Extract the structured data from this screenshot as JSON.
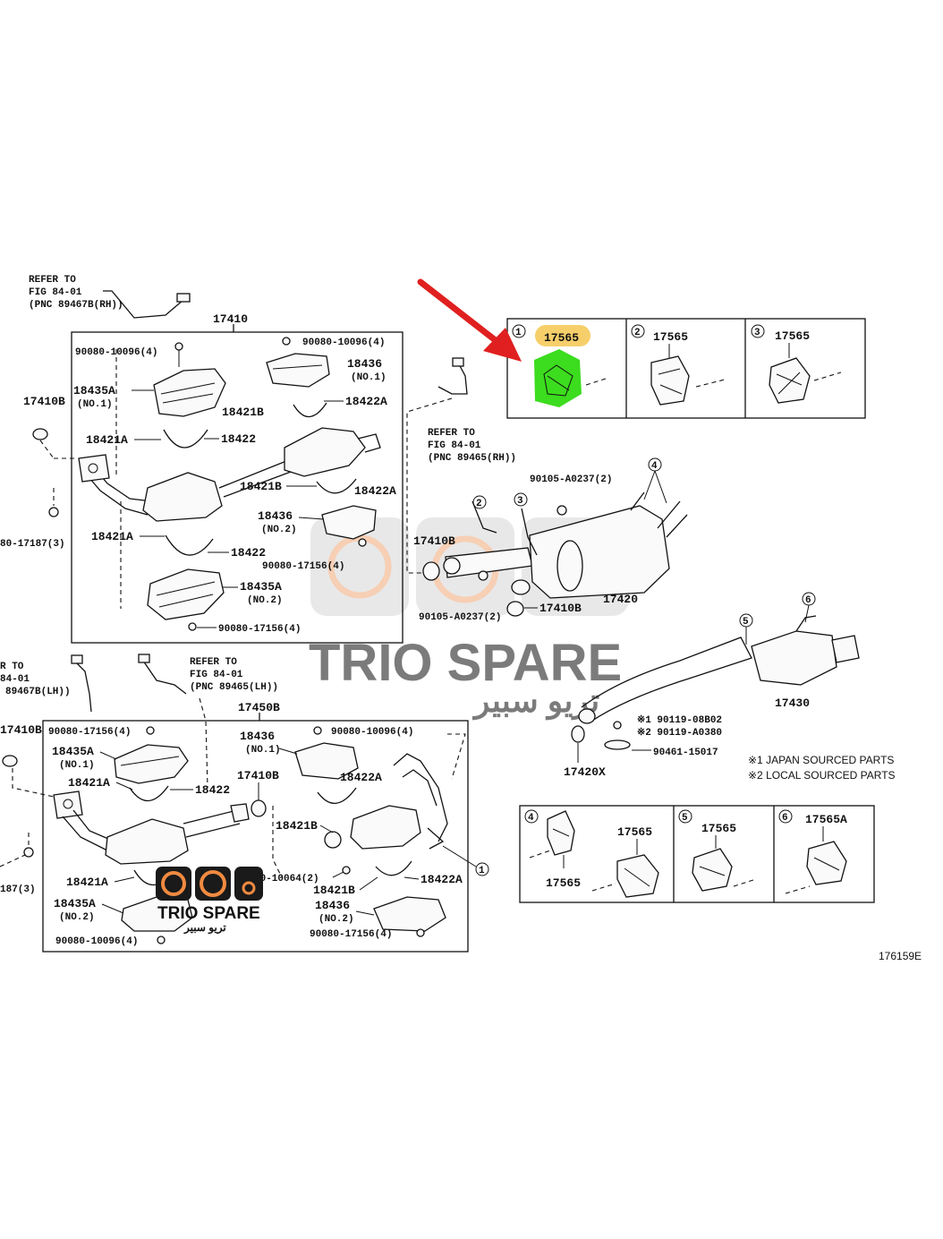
{
  "diagram": {
    "figure_number": "176159E",
    "refs": {
      "refer_to_rh_1": "REFER TO",
      "refer_to_rh_2": "FIG 84-01",
      "refer_to_rh_3": "(PNC 89467B(RH))",
      "refer_to_rh2_1": "REFER TO",
      "refer_to_rh2_2": "FIG 84-01",
      "refer_to_rh2_3": "(PNC 89465(RH))",
      "refer_to_lh_1": "R TO",
      "refer_to_lh_2": "84-01",
      "refer_to_lh_3": "89467B(LH))",
      "refer_to_lh2_1": "REFER TO",
      "refer_to_lh2_2": "FIG 84-01",
      "refer_to_lh2_3": "(PNC 89465(LH))"
    },
    "upper_box": {
      "title": "17410",
      "labels": {
        "bolt_tl": "90080-10096(4)",
        "bolt_tr": "90080-10096(4)",
        "p18436_no1": "18436",
        "p18436_no1_sub": "(NO.1)",
        "p18435a_no1": "18435A",
        "p18435a_no1_sub": "(NO.1)",
        "p18421b_a": "18421B",
        "p18422a_a": "18422A",
        "p18421a_a": "18421A",
        "p18422_a": "18422",
        "p18421b_b": "18421B",
        "p18422a_b": "18422A",
        "p18436_no2": "18436",
        "p18436_no2_sub": "(NO.2)",
        "bolt_mid": "90080-17156(4)",
        "p18421a_b": "18421A",
        "p18422_b": "18422",
        "p18435a_no2": "18435A",
        "p18435a_no2_sub": "(NO.2)",
        "bolt_bottom": "90080-17156(4)"
      }
    },
    "outside_upper": {
      "p17410b_left": "17410B",
      "bolt_left": "80-17187(3)"
    },
    "center": {
      "bolt_90105_top": "90105-A0237(2)",
      "p17410b_a": "17410B",
      "p17420": "17420",
      "bolt_90105_bottom": "90105-A0237(2)",
      "p17410b_b": "17410B",
      "p17430": "17430",
      "bolt_90119_1": "※1 90119-08B02",
      "bolt_90119_2": "※2 90119-A0380",
      "clamp_90461": "90461-15017",
      "p17420x": "17420X",
      "note_1": "※1 JAPAN SOURCED PARTS",
      "note_2": "※2 LOCAL SOURCED PARTS"
    },
    "callouts": [
      "1",
      "2",
      "3",
      "4",
      "5",
      "6"
    ],
    "hanger_box_top": {
      "cell1_label": "17565",
      "cell2_label": "17565",
      "cell3_label": "17565"
    },
    "hanger_box_bottom": {
      "cell4_label_a": "17565",
      "cell4_label_b": "17565",
      "cell5_label": "17565",
      "cell6_label": "17565A"
    },
    "lower_box": {
      "title": "17450B",
      "labels": {
        "p17410b_left": "17410B",
        "bolt_tl": "90080-17156(4)",
        "p18435a_no1": "18435A",
        "p18435a_no1_sub": "(NO.1)",
        "p18421a_a": "18421A",
        "p18422": "18422",
        "p18436_no1": "18436",
        "p18436_no1_sub": "(NO.1)",
        "bolt_tr": "90080-10096(4)",
        "p17410b_mid": "17410B",
        "p18422a_a": "18422A",
        "p18421b_a": "18421B",
        "bolt_mid": "80-10064(2)",
        "p18421b_b": "18421B",
        "p18422a_b": "18422A",
        "p18436_no2": "18436",
        "p18436_no2_sub": "(NO.2)",
        "bolt_br": "90080-17156(4)",
        "p18421a_b": "18421A",
        "p18435a_no2": "18435A",
        "p18435a_no2_sub": "(NO.2)",
        "bolt_bl": "90080-10096(4)",
        "bolt_left": "187(3)"
      }
    },
    "watermark": {
      "brand": "TRIO SPARE",
      "brand_ar": "تريو سبير"
    },
    "colors": {
      "highlight_label": "#f6cf6a",
      "highlight_part": "#3cdc1e",
      "arrow": "#e02020",
      "watermark_orange": "#f2b08a",
      "watermark_gray": "#c8c8c8"
    }
  }
}
